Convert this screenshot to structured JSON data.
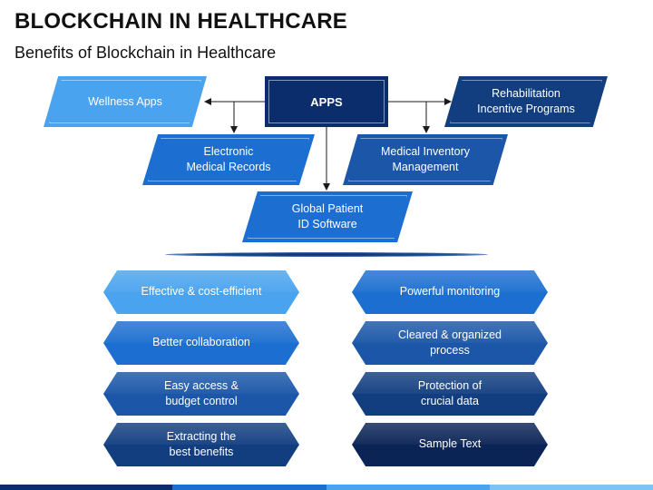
{
  "header": {
    "title": "BLOCKCHAIN IN HEALTHCARE",
    "subtitle": "Benefits of Blockchain in Healthcare"
  },
  "diagram": {
    "hub": "APPS",
    "apps": {
      "wellness": "Wellness Apps",
      "emr": "Electronic\nMedical Records",
      "patient_id": "Global Patient\nID Software",
      "inventory": "Medical Inventory\nManagement",
      "rehab": "Rehabilitation\nIncentive Programs"
    },
    "benefits_left": [
      "Effective & cost-efficient",
      "Better collaboration",
      "Easy access &\nbudget control",
      "Extracting the\nbest benefits"
    ],
    "benefits_right": [
      "Powerful monitoring",
      "Cleared & organized\nprocess",
      "Protection of\ncrucial data",
      "Sample Text"
    ]
  },
  "colors": {
    "light": "#4aa3ee",
    "medium": "#1c6fd0",
    "mediumdark": "#1b56a8",
    "dark": "#123e80",
    "navy": "#0c2d6b",
    "darkest": "#0b2456"
  }
}
